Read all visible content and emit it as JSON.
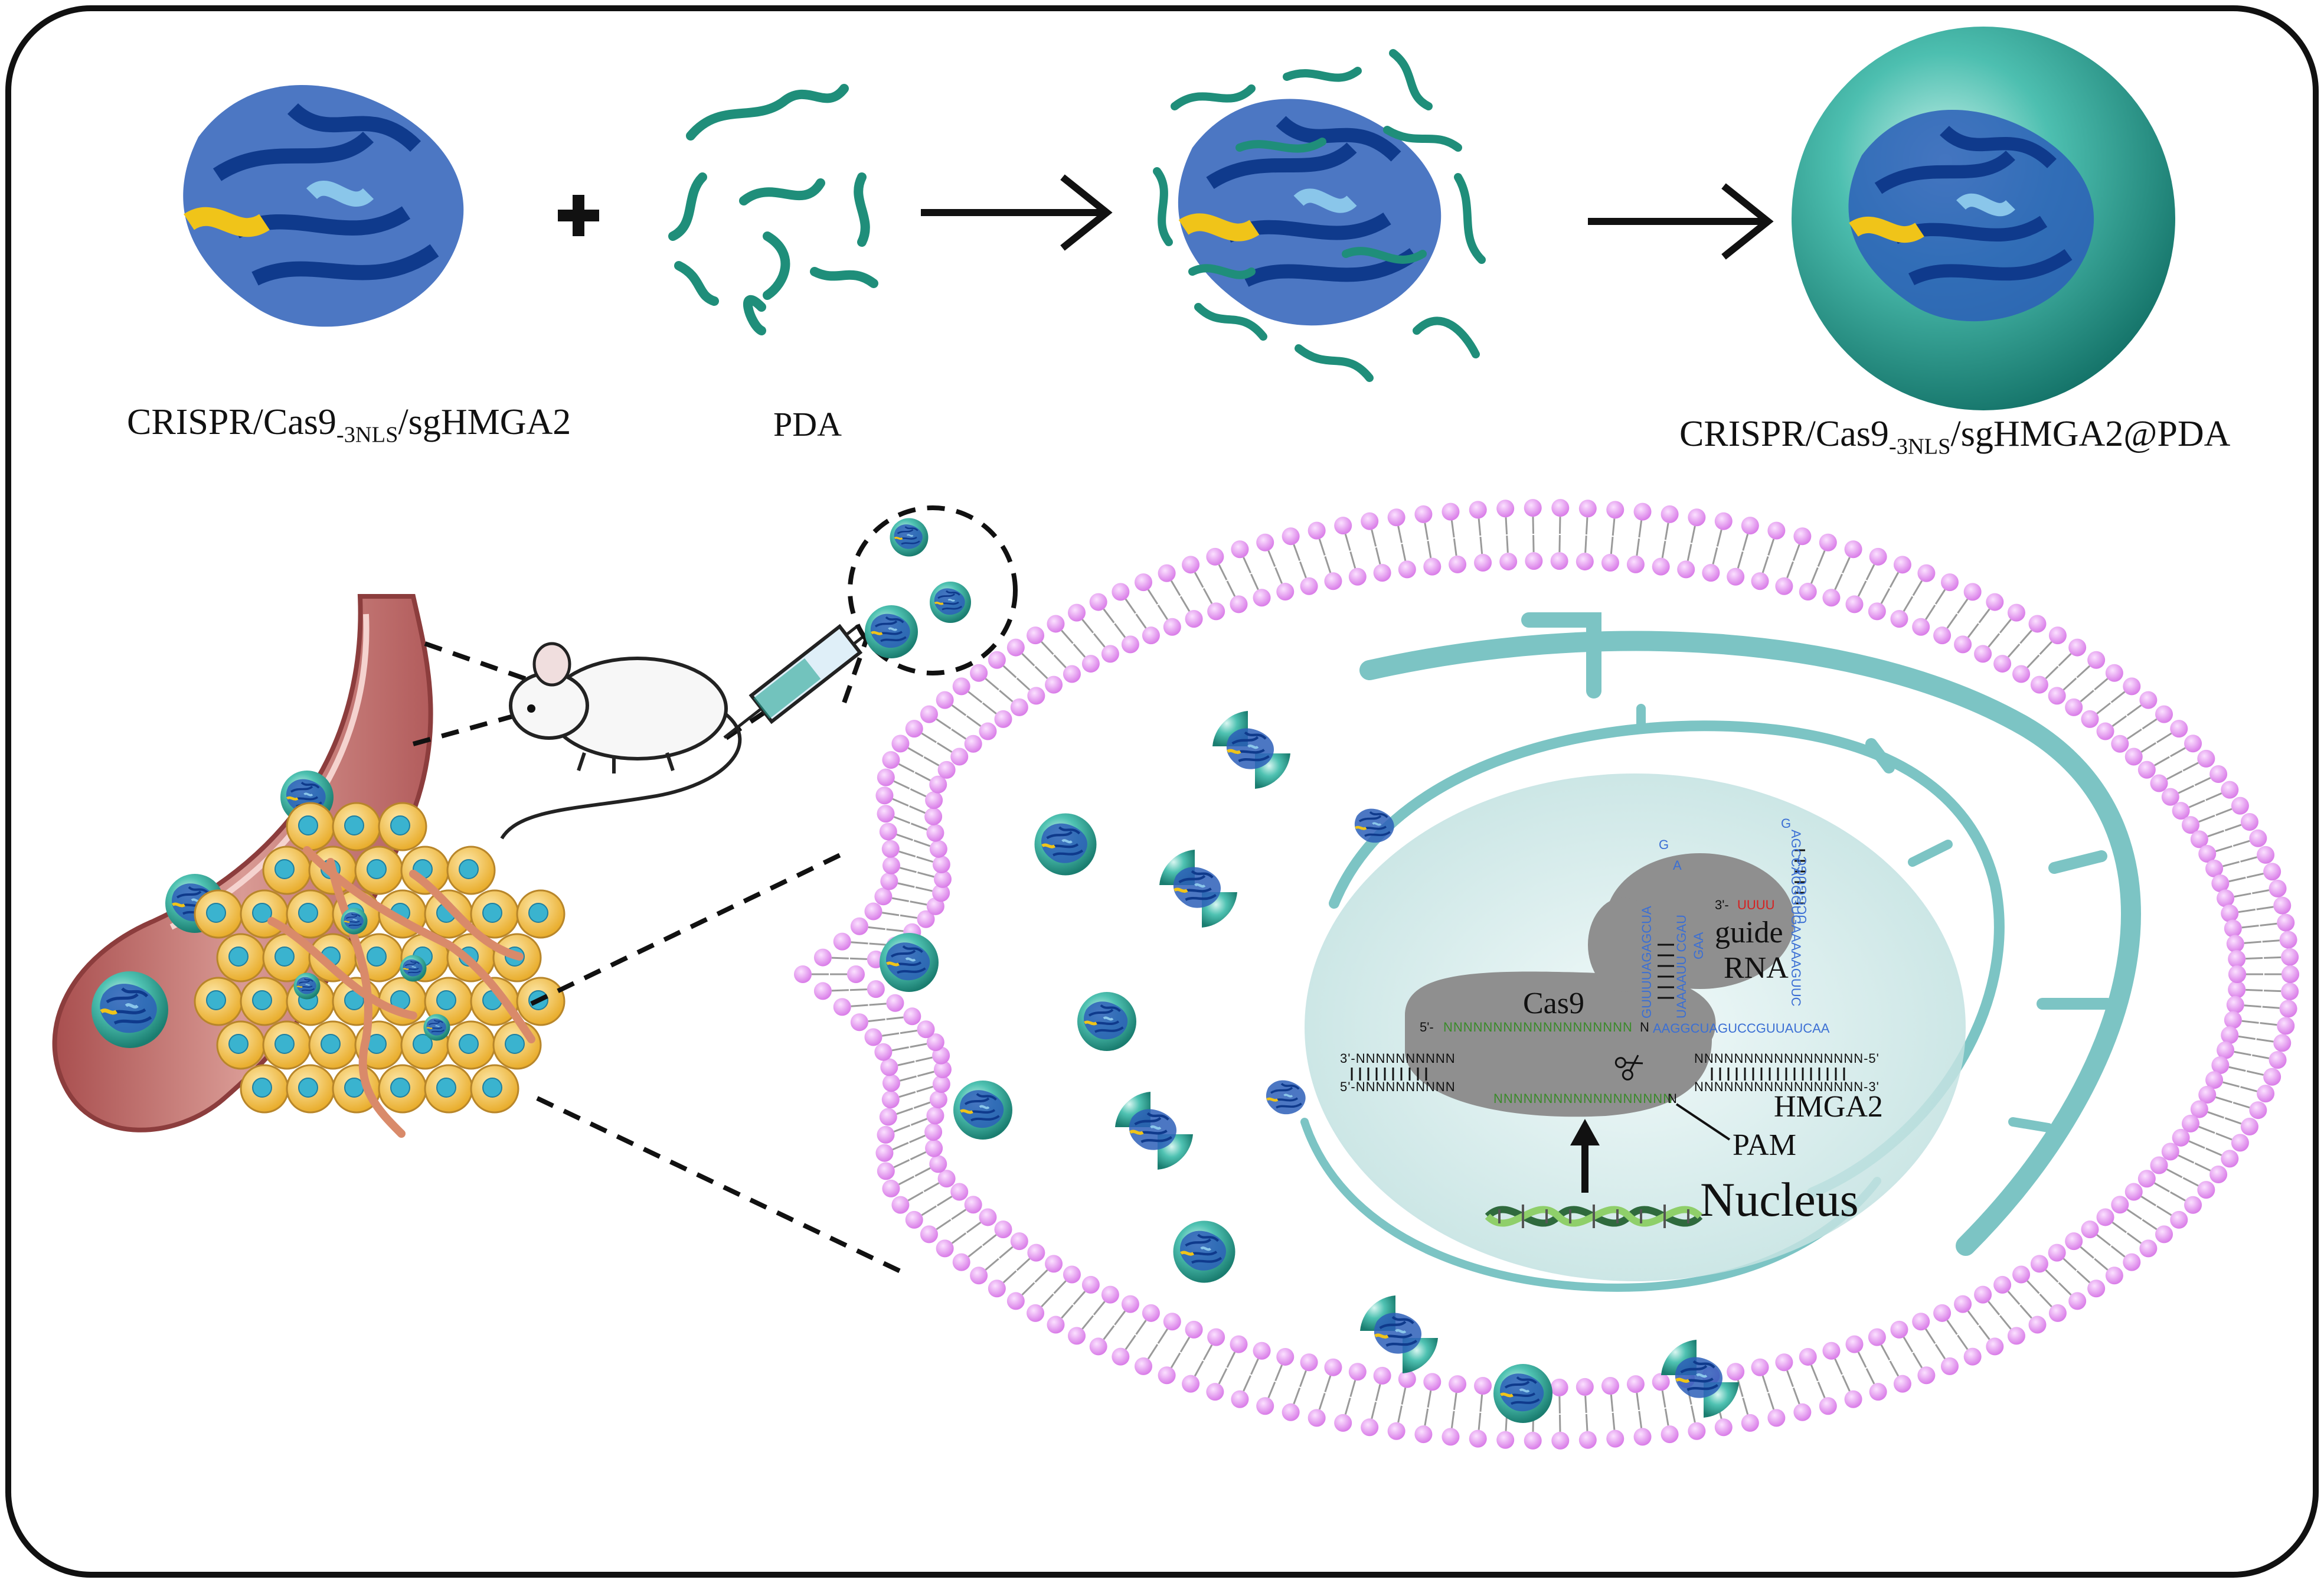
{
  "labels": {
    "cas9_complex": {
      "main": "CRISPR/Cas9",
      "sub": "-3NLS",
      "rest": "/sgHMGA2"
    },
    "pda": "PDA",
    "nanoparticle": {
      "main": "CRISPR/Cas9",
      "sub": "-3NLS",
      "rest": "/sgHMGA2@PDA"
    },
    "nucleus": "Nucleus",
    "cas9": "Cas9",
    "guide_rna_line1": "guide",
    "guide_rna_line2": "RNA",
    "hmga2": "HMGA2",
    "pam": "PAM"
  },
  "sequences": {
    "target_top_5": "5'-",
    "target_top_seq": "NNNNNNNNNNNNNNNNNNN",
    "target_top_end": "N",
    "dna_top_left": "3'-NNNNNNNNNN",
    "dna_top_right": "NNNNNNNNNNNNNNNNN-5'",
    "dna_bottom_left": "5'-NNNNNNNNNN",
    "dna_bottom_seq": "NNNNNNNNNNNNNNNNNN",
    "dna_bottom_right": "NNNNNNNNNNNNNNNNN-3'",
    "pam_n": "N",
    "grna_stem_left": "GUUUUAGAGCUA",
    "grna_stem_right": "UAAAAUU CGAU",
    "grna_loop_a": "A",
    "grna_loop_g": "G",
    "grna_loop_gaa": "GAA",
    "grna_tail": "AAGGCUAGUCCGUUAUCAA",
    "grna_hairpin_a": "AGCCACGGUGAAAAAGUUC",
    "grna_hairpin_b": "UCGGUGC",
    "grna_hairpin_g": "G",
    "grna_end_prefix": "3'-",
    "grna_end_uuuu": "UUUU"
  },
  "colors": {
    "frame": "#111111",
    "pda_strand": "#1f8e7a",
    "nanoparticle": "#2aa596",
    "membrane_head": "#e59af0",
    "membrane_tail": "#9a9a9a",
    "endoplasmic_reticulum": "#7cc4c4",
    "nucleus_fill": "#d6ecec",
    "cas9_shape": "#8f8f8f",
    "protein_blue": "#1f4fa8",
    "sequence_blue": "#3b6fd4",
    "sequence_green": "#3a8a2a",
    "sequence_red": "#d62020",
    "vessel": "#c97a7a",
    "tumor_cell": "#f1c24e",
    "tumor_nucleus": "#3ab3cf"
  },
  "icons": [
    "plus-icon",
    "arrow-right-icon",
    "protein-structure-icon",
    "pda-strand-icon",
    "nanoparticle-icon",
    "mouse-icon",
    "syringe-icon",
    "blood-vessel-icon",
    "tumor-cells-icon",
    "cell-membrane-icon",
    "dna-helix-icon",
    "scissors-icon",
    "arrow-up-icon"
  ]
}
